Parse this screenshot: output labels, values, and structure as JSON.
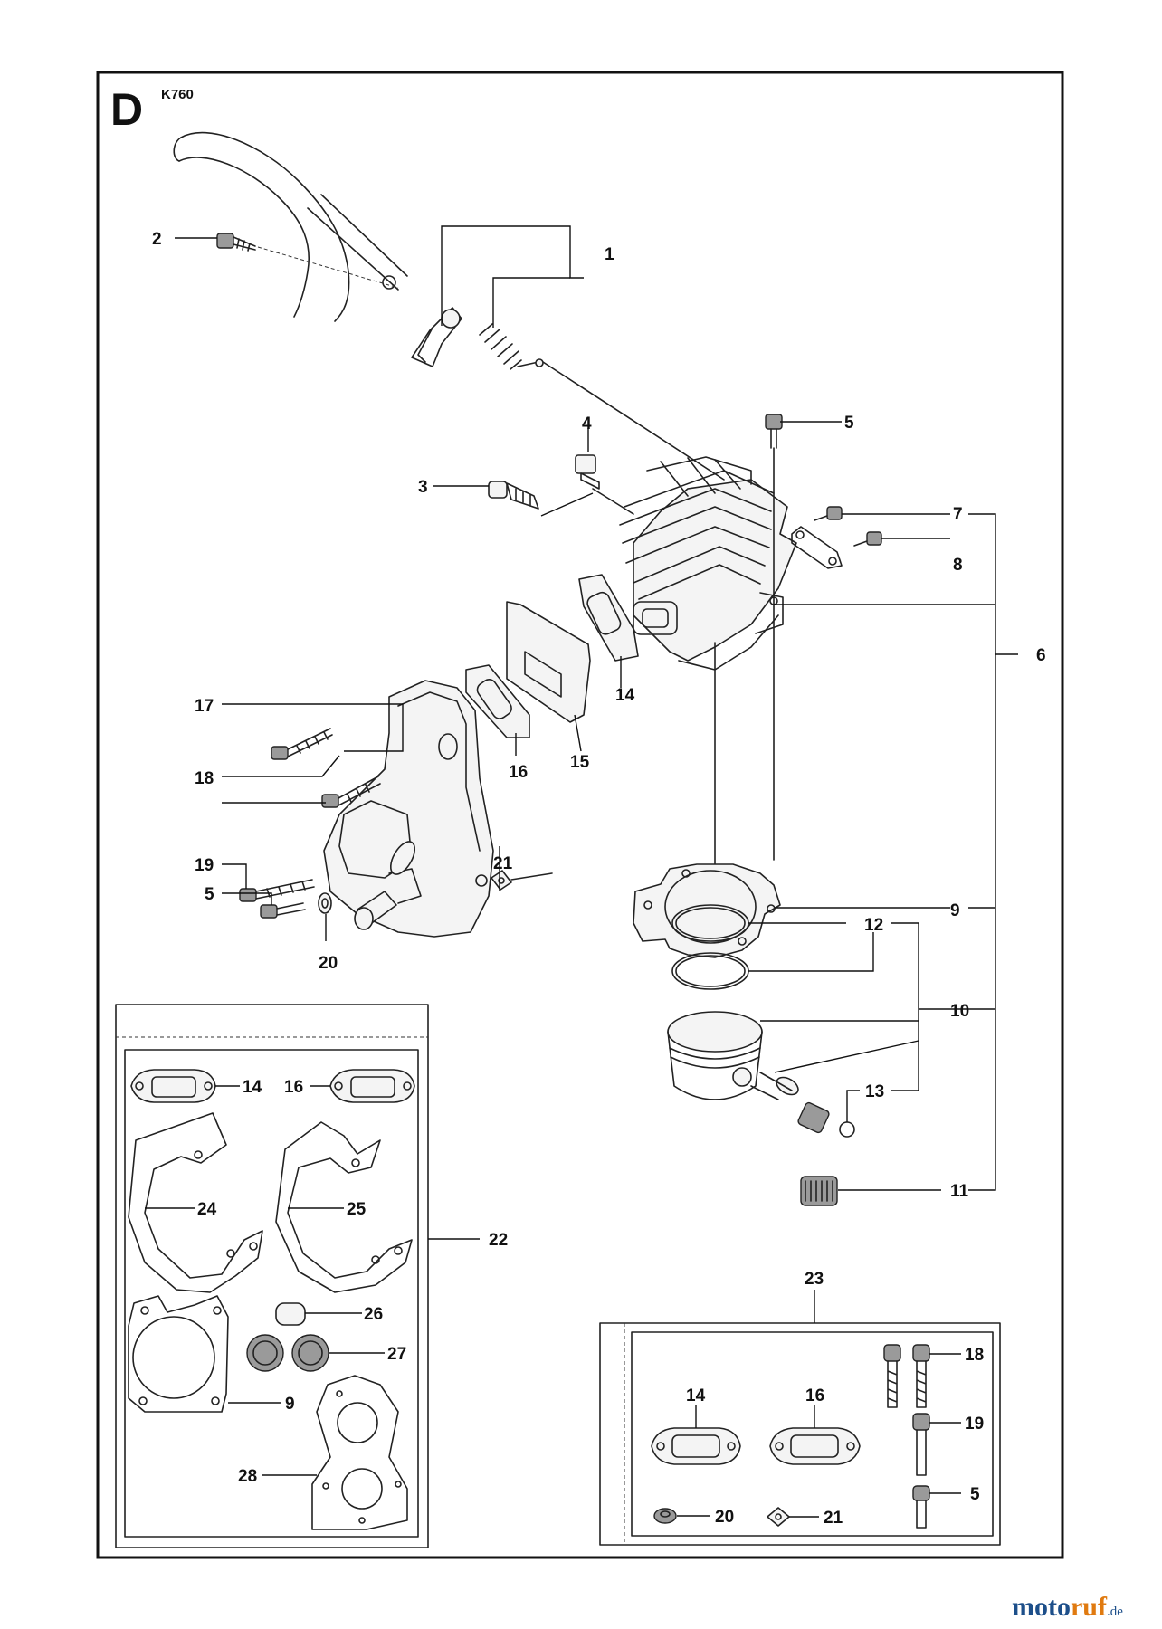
{
  "section_letter": "D",
  "model": "K760",
  "watermark": {
    "text_a": "moto",
    "text_b": "ruf",
    "text_c": ".de"
  },
  "callouts": {
    "c1": "1",
    "c2": "2",
    "c3": "3",
    "c4": "4",
    "c5a": "5",
    "c5b": "5",
    "c5c": "5",
    "c6": "6",
    "c7": "7",
    "c8": "8",
    "c9a": "9",
    "c9b": "9",
    "c10": "10",
    "c11": "11",
    "c12": "12",
    "c13": "13",
    "c14a": "14",
    "c14b": "14",
    "c14c": "14",
    "c15": "15",
    "c16a": "16",
    "c16b": "16",
    "c16c": "16",
    "c17": "17",
    "c18a": "18",
    "c18b": "18",
    "c19a": "19",
    "c19b": "19",
    "c20a": "20",
    "c20b": "20",
    "c21a": "21",
    "c21b": "21",
    "c22": "22",
    "c23": "23",
    "c24": "24",
    "c25": "25",
    "c26": "26",
    "c27": "27",
    "c28": "28"
  }
}
